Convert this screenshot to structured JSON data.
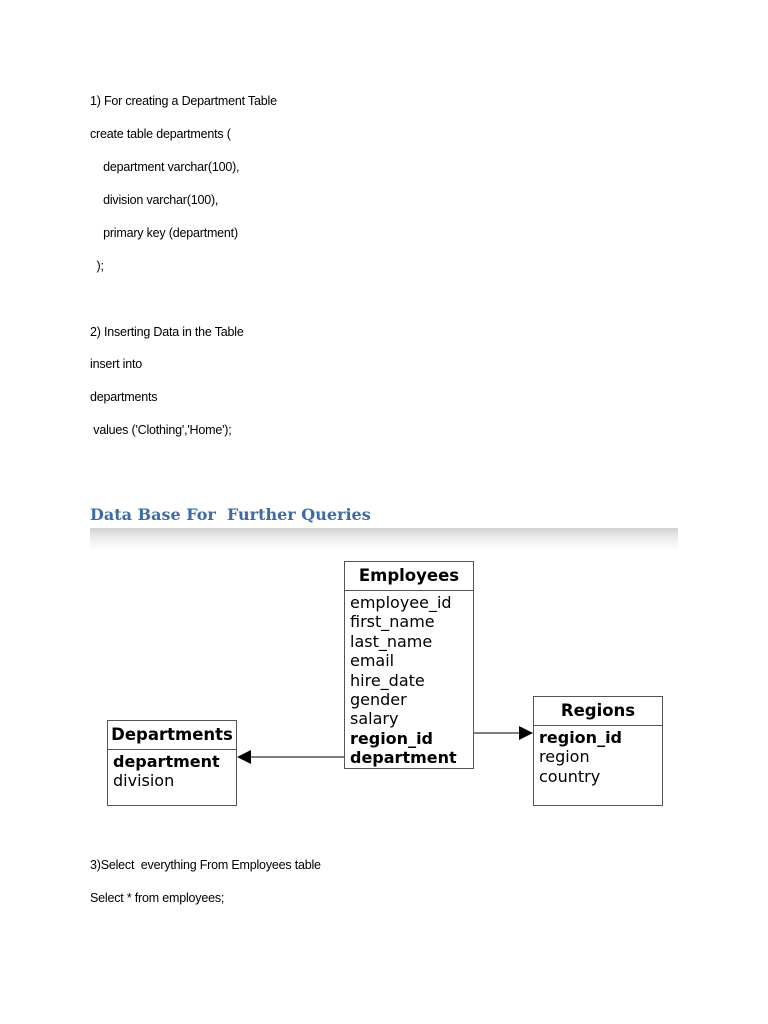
{
  "section1": {
    "heading": "1) For creating a Department Table",
    "code": [
      "create table departments (",
      "    department varchar(100),",
      "    division varchar(100),",
      "    primary key (department)",
      "  );"
    ]
  },
  "section2": {
    "heading": "2) Inserting Data in the Table",
    "code": [
      "insert into",
      "departments",
      " values ('Clothing','Home');"
    ]
  },
  "db_heading": "Data Base For  Further Queries",
  "diagram": {
    "employees": {
      "title": "Employees",
      "fields": [
        "employee_id",
        "first_name",
        "last_name",
        "email",
        "hire_date",
        "gender",
        "salary",
        "region_id",
        "department"
      ]
    },
    "regions": {
      "title": "Regions",
      "fields": [
        "region_id",
        "region",
        "country"
      ]
    },
    "departments": {
      "title": "Departments",
      "fields": [
        "department",
        "division"
      ]
    }
  },
  "section3": {
    "heading": "3)Select  everything From Employees table",
    "code": [
      "Select * from employees;"
    ]
  }
}
